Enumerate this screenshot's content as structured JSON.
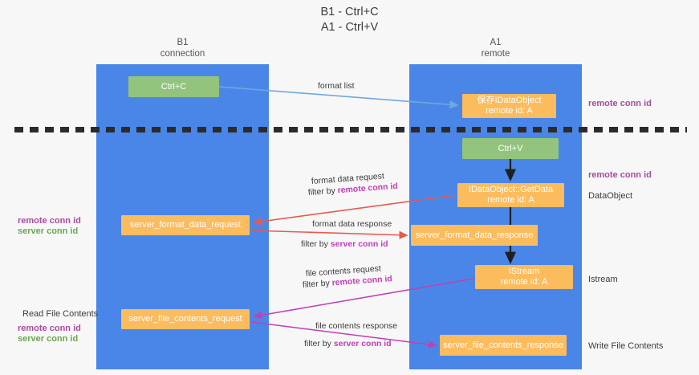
{
  "title": {
    "line1": "B1 - Ctrl+C",
    "line2": "A1 - Ctrl+V"
  },
  "lanes": [
    {
      "id": "b1",
      "name": "B1",
      "sub": "connection",
      "color": "#4a86e8"
    },
    {
      "id": "a1",
      "name": "A1",
      "sub": "remote",
      "color": "#4a86e8"
    }
  ],
  "colors": {
    "lane": "#4a86e8",
    "green_node": "#93c47d",
    "orange_node": "#fbbc5e",
    "divider": "#2b2b2b",
    "red_arrow": "#e8594f",
    "magenta_arrow": "#c13fb5",
    "blue_arrow": "#6fa8dc",
    "black_arrow": "#1f1f1f",
    "remote_conn_id": "#a64d9e",
    "server_conn_id": "#6aa84f"
  },
  "nodes": {
    "ctrl_c": {
      "line1": "Ctrl+C",
      "line2": ""
    },
    "save_idataobject": {
      "line1": "保存IDataObject",
      "line2": "remote id: A"
    },
    "ctrl_v": {
      "line1": "Ctrl+V",
      "line2": ""
    },
    "getdata": {
      "line1": "IDataObject::GetData",
      "line2": "remote id: A"
    },
    "server_format_data_request": {
      "line1": "server_format_data_request",
      "line2": ""
    },
    "server_format_data_response": {
      "line1": "server_format_data_response",
      "line2": ""
    },
    "istream": {
      "line1": "IStream",
      "line2": "remote id: A"
    },
    "server_file_contents_request": {
      "line1": "server_file_contents_request",
      "line2": ""
    },
    "server_file_contents_response": {
      "line1": "server_file_contents_response",
      "line2": ""
    }
  },
  "edge_labels": {
    "format_list": "format list",
    "format_data_request": "format data request",
    "format_data_request_filter_prefix": "filter by ",
    "format_data_request_filter_key": "remote conn id",
    "format_data_response": "format data response",
    "format_data_response_filter_prefix": "filter by ",
    "format_data_response_filter_key": "server conn id",
    "file_contents_request": "file contents request",
    "file_contents_request_filter_prefix": "filter by ",
    "file_contents_request_filter_key": "remote conn id",
    "file_contents_response": "file contents response",
    "file_contents_response_filter_prefix": "filter by ",
    "file_contents_response_filter_key": "server conn id"
  },
  "annotations": {
    "right_remote_conn_id_top": "remote conn id",
    "right_remote_conn_id_mid": "remote conn id",
    "right_dataobject": "DataObject",
    "right_istream": "Istream",
    "right_write_file_contents": "Write File Contents",
    "left_remote_conn_id_mid": "remote conn id",
    "left_server_conn_id_mid": "server conn id",
    "left_read_file_contents": "Read File Contents",
    "left_remote_conn_id_bottom": "remote conn id",
    "left_server_conn_id_bottom": "server conn id"
  }
}
